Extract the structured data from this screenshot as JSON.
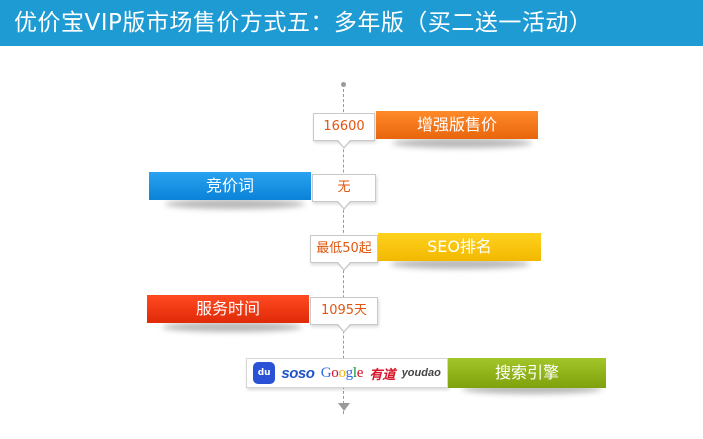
{
  "title": "优价宝VIP版市场售价方式五：多年版（买二送一活动）",
  "rows": [
    {
      "callout": "16600",
      "banner": "增强版售价"
    },
    {
      "callout": "无",
      "banner": "竞价词"
    },
    {
      "callout": "最低50起",
      "banner": "SEO排名"
    },
    {
      "callout": "1095天",
      "banner": "服务时间"
    },
    {
      "banner": "搜索引擎"
    }
  ],
  "logos": {
    "baidu": "du",
    "soso": "soso",
    "google": [
      "G",
      "o",
      "o",
      "g",
      "l",
      "e"
    ],
    "youdao_cn": "有道",
    "youdao": "youdao"
  },
  "colors": {
    "title_bar": "#1f9bd4",
    "orange": "#f07515",
    "blue": "#1592e4",
    "yellow": "#f9c60a",
    "red": "#f23a14",
    "green": "#91b41b",
    "callout_text": "#e0560f",
    "google": [
      "#3369e8",
      "#d50f25",
      "#eeb211",
      "#3369e8",
      "#009925",
      "#d50f25"
    ]
  }
}
